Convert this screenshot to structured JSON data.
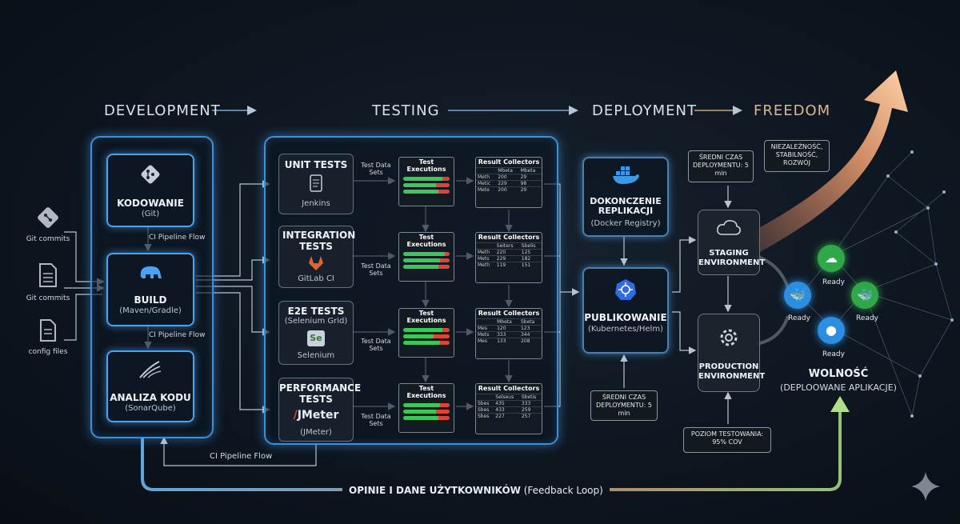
{
  "phases": [
    "DEVELOPMENT",
    "TESTING",
    "DEPLOYMENT",
    "FREEDOM"
  ],
  "inputs": [
    {
      "label": "Git commits",
      "icon": "git-icon"
    },
    {
      "label": "Git commits",
      "icon": "document-icon"
    },
    {
      "label": "config files",
      "icon": "file-icon"
    }
  ],
  "dev": {
    "coding": {
      "title": "KODOWANIE",
      "sub": "(Git)"
    },
    "flow1": "CI Pipeline Flow",
    "build": {
      "title": "BUILD",
      "sub": "(Maven/Gradle)"
    },
    "flow2": "CI Pipeline Flow",
    "analysis": {
      "title": "ANALIZA KODU",
      "sub": "(SonarQube)"
    }
  },
  "testing": {
    "test_data": "Test Data Sets",
    "executions_title": "Test Executions",
    "collectors_title": "Result Collectors",
    "suites": [
      {
        "title": "UNIT TESTS",
        "sub": "",
        "tool": "Jenkins",
        "rc": {
          "cols": [
            "Mbeta",
            "Mbeta"
          ],
          "rows": [
            [
              "Meth",
              "200",
              "29"
            ],
            [
              "Metic",
              "229",
              "98"
            ],
            [
              "Mete",
              "200",
              "29"
            ]
          ]
        }
      },
      {
        "title": "INTEGRATION TESTS",
        "sub": "",
        "tool": "GitLab CI",
        "rc": {
          "cols": [
            "Seiters",
            "Sbelis"
          ],
          "rows": [
            [
              "Meth",
              "220",
              "125"
            ],
            [
              "Mets",
              "229",
              "182"
            ],
            [
              "Meth",
              "119",
              "151"
            ]
          ]
        }
      },
      {
        "title": "E2E TESTS",
        "sub": "(Selenium Grid)",
        "tool": "Selenium",
        "rc": {
          "cols": [
            "Mbeta",
            "Sbeta"
          ],
          "rows": [
            [
              "Mes",
              "120",
              "123"
            ],
            [
              "Mets",
              "333",
              "344"
            ],
            [
              "Mes",
              "133",
              "208"
            ]
          ]
        }
      },
      {
        "title": "PERFORMANCE TESTS",
        "sub": "(JMeter)",
        "tool": "JMeter",
        "rc": {
          "cols": [
            "Selseus",
            "Sbetis"
          ],
          "rows": [
            [
              "Sbes",
              "435",
              "333"
            ],
            [
              "Sbes",
              "433",
              "259"
            ],
            [
              "Sbes",
              "227",
              "257"
            ]
          ]
        }
      }
    ],
    "bars": [
      [
        [
          0.85,
          0.15
        ],
        [
          0.7,
          0.3
        ],
        [
          0.75,
          0.25
        ]
      ],
      [
        [
          0.9,
          0.1
        ],
        [
          0.8,
          0.2
        ],
        [
          0.75,
          0.25
        ]
      ],
      [
        [
          0.85,
          0.15
        ],
        [
          0.65,
          0.35
        ],
        [
          0.8,
          0.2
        ]
      ],
      [
        [
          0.8,
          0.2
        ],
        [
          0.7,
          0.3
        ],
        [
          0.75,
          0.25
        ]
      ]
    ]
  },
  "deploy": {
    "replication": {
      "title": "DOKONCZENIE REPLIKACJI",
      "sub": "(Docker Registry)"
    },
    "publish": {
      "title": "PUBLIKOWANIE",
      "sub": "(Kubernetes/Helm)"
    },
    "avg_time": "ŚREDNI CZAS DEPLOYMENTU: 5 min"
  },
  "freedom": {
    "avg_time": "ŚREDNI CZAS DEPLOYMENTU: 5 min",
    "values": "NIEZALEŻNOŚĆ, STABILNOŚĆ, ROZWÓJ",
    "staging": "STAGING ENVIRONMENT",
    "production": "PRODUCTION ENVIRONMENT",
    "coverage": "POZIOM TESTOWANIA: 95% COV",
    "ready": [
      "Ready",
      "Ready",
      "Ready",
      "Ready"
    ],
    "result_title": "WOLNOŚĆ",
    "result_sub": "(DEPLOOWANE APLIKACJE)"
  },
  "bottom": {
    "ci_flow": "CI Pipeline Flow",
    "feedback_bold": "OPINIE I DANE UŻYTKOWNIKÓW",
    "feedback_sub": "(Feedback Loop)"
  },
  "colors": {
    "accent": "#4aa3f0",
    "success": "#3fc65a",
    "fail": "#e0413a",
    "arrow_orange": "#f0a070",
    "arrow_green": "#7fd68a"
  }
}
